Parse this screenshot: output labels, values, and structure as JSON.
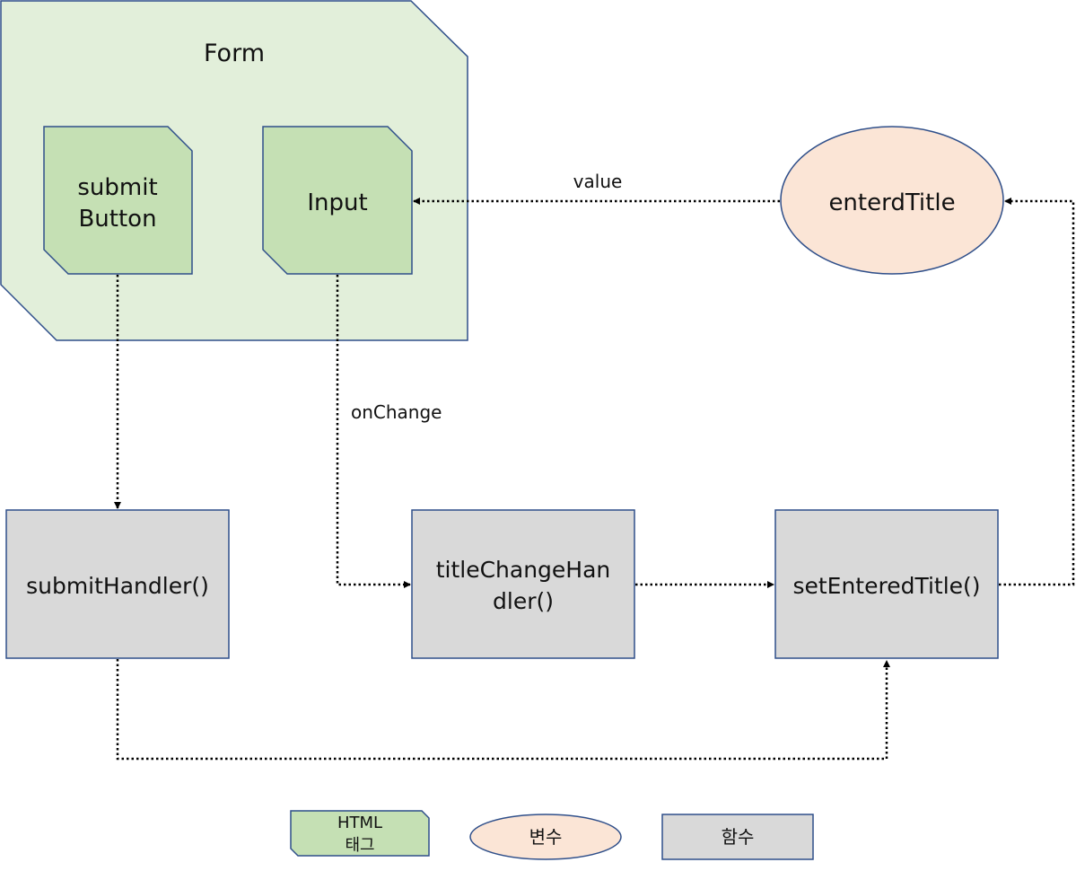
{
  "diagram": {
    "form": {
      "label": "Form"
    },
    "nodes": {
      "submit_button": {
        "line1": "submit",
        "line2": "Button"
      },
      "input": {
        "label": "Input"
      },
      "entered_title": {
        "label": "enterdTitle"
      },
      "submit_handler": {
        "label": "submitHandler()"
      },
      "title_change_handler": {
        "line1": "titleChangeHan",
        "line2": "dler()"
      },
      "set_entered_title": {
        "label": "setEnteredTitle()"
      }
    },
    "edges": {
      "value": "value",
      "on_change": "onChange"
    },
    "legend": {
      "html_tag_line1": "HTML",
      "html_tag_line2": "태그",
      "variable": "변수",
      "function": "함수"
    }
  },
  "colors": {
    "form_fill": "#e2efda",
    "tag_fill": "#c5e0b4",
    "variable_fill": "#fbe5d6",
    "function_fill": "#d9d9d9",
    "stroke": "#2f4f8a",
    "connector": "#000000"
  }
}
